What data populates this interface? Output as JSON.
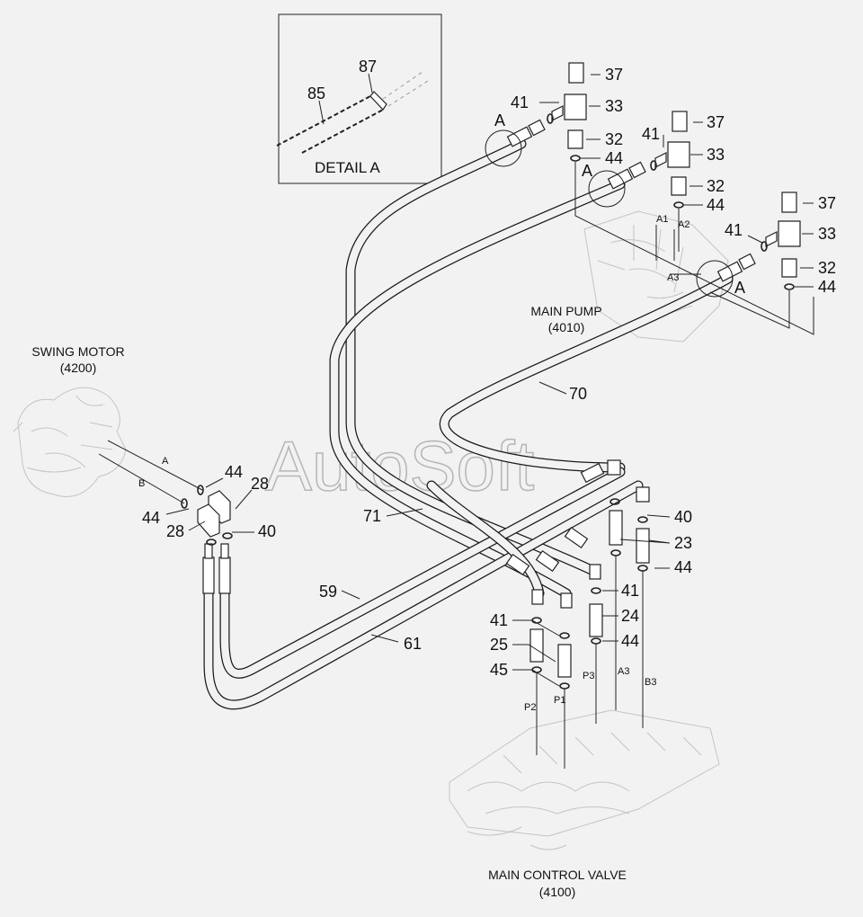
{
  "watermark": "AutoSoft",
  "detail": {
    "title": "DETAIL A",
    "labels": [
      "87",
      "85"
    ]
  },
  "components": {
    "swing_motor": {
      "name": "SWING MOTOR",
      "code": "(4200)"
    },
    "main_pump": {
      "name": "MAIN PUMP",
      "code": "(4010)"
    },
    "main_control_valve": {
      "name": "MAIN CONTROL VALVE",
      "code": "(4100)"
    }
  },
  "part_numbers": {
    "p37a": "37",
    "p41a": "41",
    "p33a": "33",
    "p32a": "32",
    "p44a": "44",
    "p37b": "37",
    "p41b": "41",
    "p33b": "33",
    "p32b": "32",
    "p44b": "44",
    "p37c": "37",
    "p41c": "41",
    "p33c": "33",
    "p32c": "32",
    "p44c": "44",
    "p70": "70",
    "p71": "71",
    "p59": "59",
    "p61": "61",
    "p44d": "44",
    "p28a": "28",
    "p40a": "40",
    "p44e": "44",
    "p28b": "28",
    "p40b": "40",
    "p23": "23",
    "p44f": "44",
    "p41d": "41",
    "p24": "24",
    "p44g": "44",
    "p41e": "41",
    "p25": "25",
    "p45": "45"
  },
  "port_labels": {
    "A1": "A1",
    "A2": "A2",
    "A3": "A3",
    "swing_A": "A",
    "swing_B": "B",
    "P2": "P2",
    "P1": "P1",
    "P3": "P3",
    "A3v": "A3",
    "B3": "B3"
  },
  "detail_refs": [
    "A",
    "A",
    "A"
  ]
}
